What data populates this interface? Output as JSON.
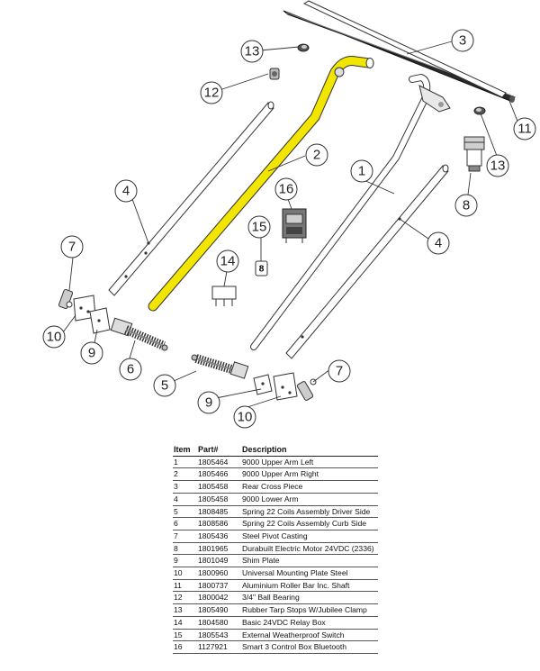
{
  "callouts": [
    {
      "id": "c1",
      "label": "1"
    },
    {
      "id": "c2",
      "label": "2"
    },
    {
      "id": "c3",
      "label": "3"
    },
    {
      "id": "c4a",
      "label": "4"
    },
    {
      "id": "c4b",
      "label": "4"
    },
    {
      "id": "c5",
      "label": "5"
    },
    {
      "id": "c6",
      "label": "6"
    },
    {
      "id": "c7a",
      "label": "7"
    },
    {
      "id": "c7b",
      "label": "7"
    },
    {
      "id": "c8",
      "label": "8"
    },
    {
      "id": "c9a",
      "label": "9"
    },
    {
      "id": "c9b",
      "label": "9"
    },
    {
      "id": "c10a",
      "label": "10"
    },
    {
      "id": "c10b",
      "label": "10"
    },
    {
      "id": "c11",
      "label": "11"
    },
    {
      "id": "c12",
      "label": "12"
    },
    {
      "id": "c13a",
      "label": "13"
    },
    {
      "id": "c13b",
      "label": "13"
    },
    {
      "id": "c14",
      "label": "14"
    },
    {
      "id": "c15",
      "label": "15"
    },
    {
      "id": "c16",
      "label": "16"
    }
  ],
  "switch_glyph": "8",
  "colors": {
    "highlight": "#f2e600",
    "line": "#333333"
  },
  "table": {
    "headers": {
      "item": "Item",
      "part": "Part#",
      "desc": "Description"
    },
    "rows": [
      {
        "item": "1",
        "part": "1805464",
        "desc": "9000 Upper Arm Left"
      },
      {
        "item": "2",
        "part": "1805466",
        "desc": "9000 Upper Arm Right"
      },
      {
        "item": "3",
        "part": "1805458",
        "desc": "Rear Cross Piece"
      },
      {
        "item": "4",
        "part": "1805458",
        "desc": "9000 Lower Arm"
      },
      {
        "item": "5",
        "part": "1808485",
        "desc": "Spring 22 Coils Assembly Driver Side"
      },
      {
        "item": "6",
        "part": "1808586",
        "desc": "Spring 22 Coils Assembly Curb Side"
      },
      {
        "item": "7",
        "part": "1805436",
        "desc": "Steel Pivot Casting"
      },
      {
        "item": "8",
        "part": "1801965",
        "desc": "Durabuilt Electric Motor 24VDC (2336)"
      },
      {
        "item": "9",
        "part": "1801049",
        "desc": "Shim Plate"
      },
      {
        "item": "10",
        "part": "1800960",
        "desc": "Universal Mounting Plate Steel"
      },
      {
        "item": "11",
        "part": "1800737",
        "desc": "Aluminium Roller Bar Inc. Shaft"
      },
      {
        "item": "12",
        "part": "1800042",
        "desc": "3/4\" Ball Bearing"
      },
      {
        "item": "13",
        "part": "1805490",
        "desc": "Rubber Tarp Stops W/Jubilee Clamp"
      },
      {
        "item": "14",
        "part": "1804580",
        "desc": "Basic 24VDC Relay Box"
      },
      {
        "item": "15",
        "part": "1805543",
        "desc": "External Weatherproof Switch"
      },
      {
        "item": "16",
        "part": "1127921",
        "desc": "Smart 3 Control Box Bluetooth"
      }
    ]
  }
}
